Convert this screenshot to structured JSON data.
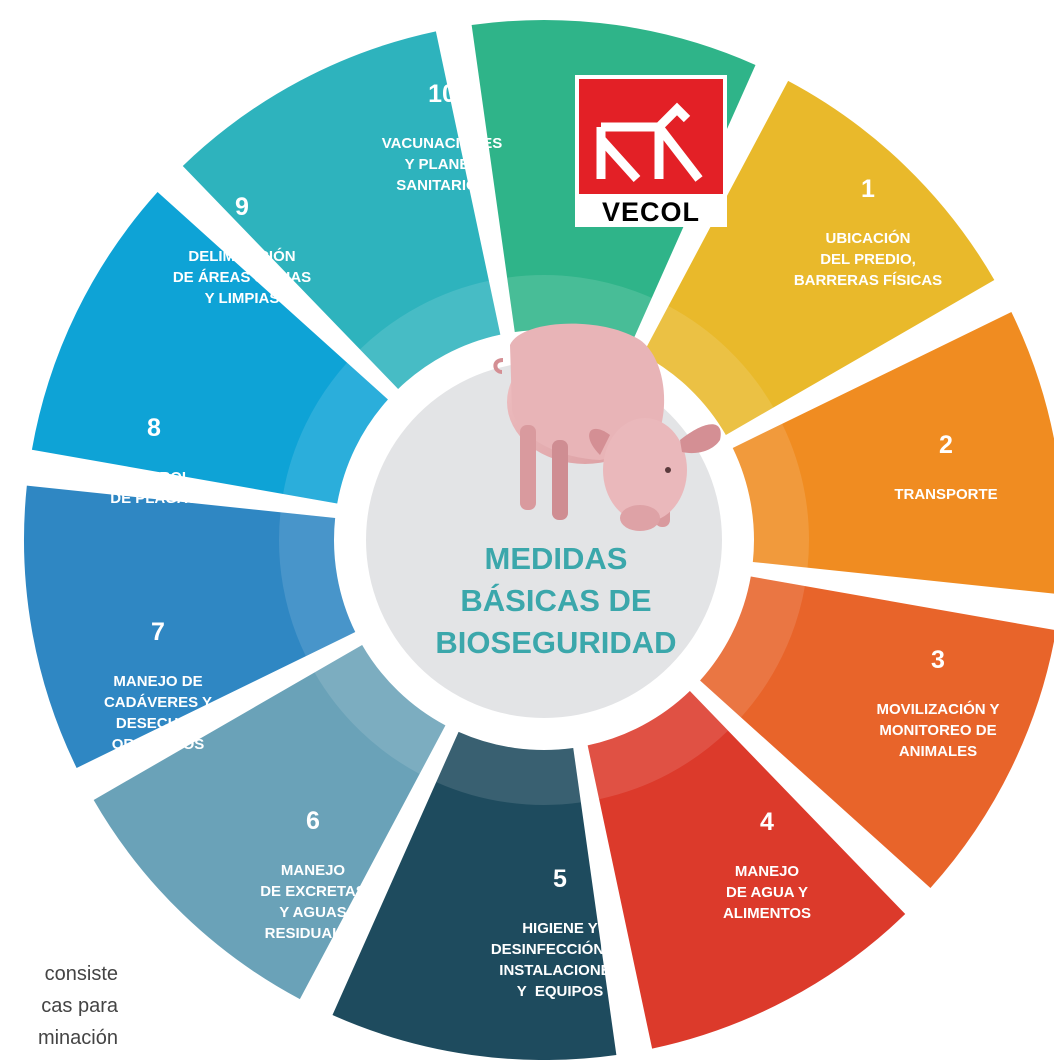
{
  "center": {
    "title_lines": [
      "MEDIDAS",
      "BÁSICAS DE",
      "BIOSEGURIDAD"
    ],
    "image": "pig-illustration"
  },
  "logo": {
    "brand": "VECOL",
    "icon": "vecol-animal-logo-icon",
    "color": "#e32026"
  },
  "segments": [
    {
      "number": "1",
      "lines": [
        "UBICACIÓN",
        "DEL PREDIO,",
        "BARRERAS FÍSICAS"
      ],
      "color": "#e9b92b"
    },
    {
      "number": "2",
      "lines": [
        "TRANSPORTE"
      ],
      "color": "#f08c21"
    },
    {
      "number": "3",
      "lines": [
        "MOVILIZACIÓN Y",
        "MONITOREO DE",
        "ANIMALES"
      ],
      "color": "#e8642a"
    },
    {
      "number": "4",
      "lines": [
        "MANEJO",
        "DE AGUA Y",
        "ALIMENTOS"
      ],
      "color": "#dc3a2b"
    },
    {
      "number": "5",
      "lines": [
        "HIGIENE Y",
        "DESINFECCIÓN DE",
        "INSTALACIONES",
        "Y  EQUIPOS"
      ],
      "color": "#1e4b5e"
    },
    {
      "number": "6",
      "lines": [
        "MANEJO",
        "DE EXCRETAS",
        "Y AGUAS",
        "RESIDUALES"
      ],
      "color": "#6aa2b8"
    },
    {
      "number": "7",
      "lines": [
        "MANEJO DE",
        "CADÁVERES Y",
        "DESECHOS",
        "ORGÁNICOS"
      ],
      "color": "#2f87c3"
    },
    {
      "number": "8",
      "lines": [
        "CONTROL",
        "DE PLAGAS"
      ],
      "color": "#0ea3d6"
    },
    {
      "number": "9",
      "lines": [
        "DELIMITACIÓN",
        "DE ÁREAS SUCIAS",
        "Y LIMPIAS"
      ],
      "color": "#2eb3bd"
    },
    {
      "number": "10",
      "lines": [
        "VACUNACIONES",
        "Y PLANES",
        "SANITARIOS"
      ],
      "color": "#2fb489"
    }
  ],
  "side_text": [
    "consiste",
    "cas para",
    "minación"
  ]
}
